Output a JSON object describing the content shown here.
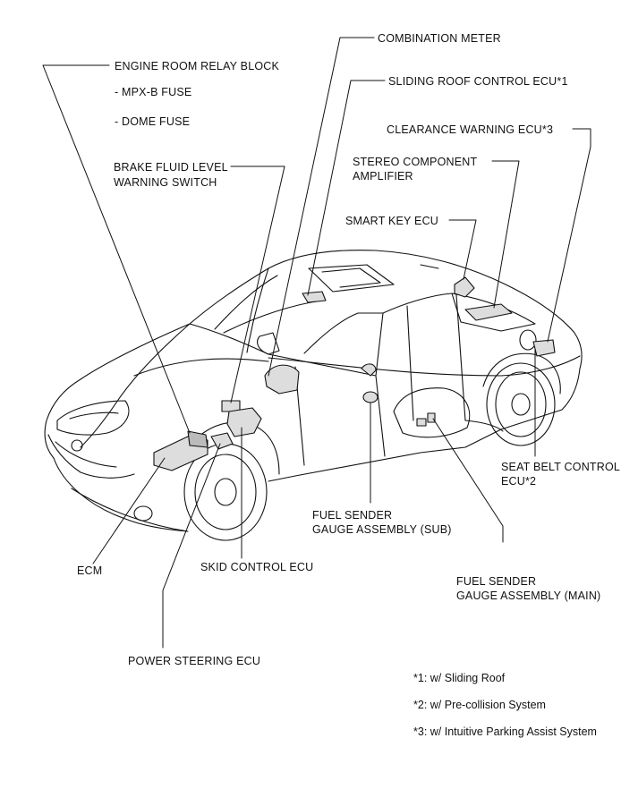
{
  "labels": {
    "engine_room_relay_block": "ENGINE ROOM RELAY BLOCK",
    "mpx_b_fuse": "- MPX-B FUSE",
    "dome_fuse": "- DOME FUSE",
    "brake_fluid_line1": "BRAKE FLUID LEVEL",
    "brake_fluid_line2": "WARNING SWITCH",
    "combination_meter": "COMBINATION METER",
    "sliding_roof_ecu": "SLIDING ROOF CONTROL ECU*1",
    "clearance_warning_ecu": "CLEARANCE WARNING ECU*3",
    "stereo_line1": "STEREO COMPONENT",
    "stereo_line2": "AMPLIFIER",
    "smart_key_ecu": "SMART KEY ECU",
    "seat_belt_line1": "SEAT BELT CONTROL",
    "seat_belt_line2": "ECU*2",
    "fuel_sub_line1": "FUEL SENDER",
    "fuel_sub_line2": "GAUGE ASSEMBLY (SUB)",
    "fuel_main_line1": "FUEL SENDER",
    "fuel_main_line2": "GAUGE ASSEMBLY (MAIN)",
    "ecm": "ECM",
    "skid_control_ecu": "SKID CONTROL ECU",
    "power_steering_ecu": "POWER STEERING ECU"
  },
  "footnotes": [
    "*1: w/ Sliding Roof",
    "*2: w/ Pre-collision System",
    "*3: w/ Intuitive Parking Assist System"
  ],
  "colors": {
    "line": "#111111",
    "background": "#ffffff"
  }
}
